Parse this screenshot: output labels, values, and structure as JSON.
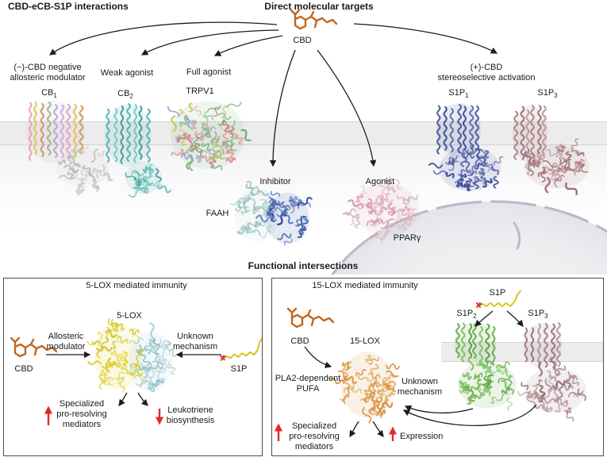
{
  "titles": {
    "left": "CBD-eCB-S1P interactions",
    "center": "Direct molecular targets",
    "functional": "Functional intersections"
  },
  "molecules": {
    "cbd": "CBD",
    "s1p": "S1P"
  },
  "top": {
    "cb1": {
      "mech1": "(−)-CBD negative",
      "mech2": "allosteric modulator",
      "name": "CB",
      "sub": "1"
    },
    "cb2": {
      "mech": "Weak agonist",
      "name": "CB",
      "sub": "2"
    },
    "trpv1": {
      "mech": "Full agonist",
      "name": "TRPV1"
    },
    "s1p_pair": {
      "mech1": "(+)-CBD",
      "mech2": "stereoselective activation"
    },
    "s1p1": {
      "name": "S1P",
      "sub": "1"
    },
    "s1p3": {
      "name": "S1P",
      "sub": "3"
    },
    "faah": {
      "mech": "Inhibitor",
      "name": "FAAH"
    },
    "pparg": {
      "mech": "Agonist",
      "name": "PPARγ"
    }
  },
  "box5": {
    "title": "5-LOX mediated immunity",
    "protein": "5-LOX",
    "cbd": "CBD",
    "s1p": "S1P",
    "left1": "Allosteric",
    "left2": "modulator",
    "right1": "Unknown",
    "right2": "mechanism",
    "out1": [
      "Specialized",
      "pro-resolving",
      "mediators"
    ],
    "out2": [
      "Leukotriene",
      "biosynthesis"
    ]
  },
  "box15": {
    "title": "15-LOX mediated immunity",
    "protein": "15-LOX",
    "cbd": "CBD",
    "s1p": "S1P",
    "s1p2": {
      "name": "S1P",
      "sub": "2"
    },
    "s1p3": {
      "name": "S1P",
      "sub": "3"
    },
    "via1": "PLA2-dependent",
    "via2": "PUFA",
    "unk1": "Unknown",
    "unk2": "mechanism",
    "out1": [
      "Specialized",
      "pro-resolving",
      "mediators"
    ],
    "out2": [
      "Expression"
    ]
  },
  "palette": {
    "arrow": "#1c1c1c",
    "red": "#e3262a",
    "membrane_fill": "#ececec",
    "membrane_edge": "#d5d5d5",
    "nucleus_fill": "#ededf0",
    "nucleus_edge": "#b7bcc7",
    "cbd": "#c2661f",
    "s1p_chain": "#d4c520",
    "s1p_head": "#d5392b",
    "proteins": {
      "cb1": [
        "#e3a0bf",
        "#d6c94f",
        "#c69a5a",
        "#8fb98d",
        "#a9a9cf",
        "#caa9e0"
      ],
      "cb1_domain": [
        "#c6c6c6",
        "#b5b5b5"
      ],
      "cb2": [
        "#53b3ae",
        "#74c6c1",
        "#3a9a96"
      ],
      "trpv1": [
        "#85b985",
        "#a3a3d1",
        "#d97676",
        "#cfc24d",
        "#e09a9a",
        "#6fae6f"
      ],
      "faah_a": [
        "#b9d6d2",
        "#a0c6c2",
        "#8cb8b4"
      ],
      "faah_b": [
        "#3b5ea9",
        "#2e4e94",
        "#4a6db8"
      ],
      "pparg": [
        "#d897a9",
        "#c5c5cf",
        "#e2aebb"
      ],
      "s1p1": [
        "#44549f",
        "#3a4a92",
        "#5a6ab0"
      ],
      "s1p3_top": [
        "#ad7f87",
        "#9d6f77",
        "#bd939a"
      ],
      "lox5_a": [
        "#dcd12f",
        "#e8de52",
        "#cfc52a"
      ],
      "lox5_b": [
        "#a5cbd5",
        "#8abcc8",
        "#bcd8e0"
      ],
      "lox15": [
        "#d9913b",
        "#ca7f28",
        "#e3a85e"
      ],
      "s1p2": [
        "#66ad49",
        "#7fc162",
        "#52a038"
      ],
      "s1p3_b": [
        "#a27b82",
        "#927077",
        "#b28f95"
      ]
    }
  }
}
